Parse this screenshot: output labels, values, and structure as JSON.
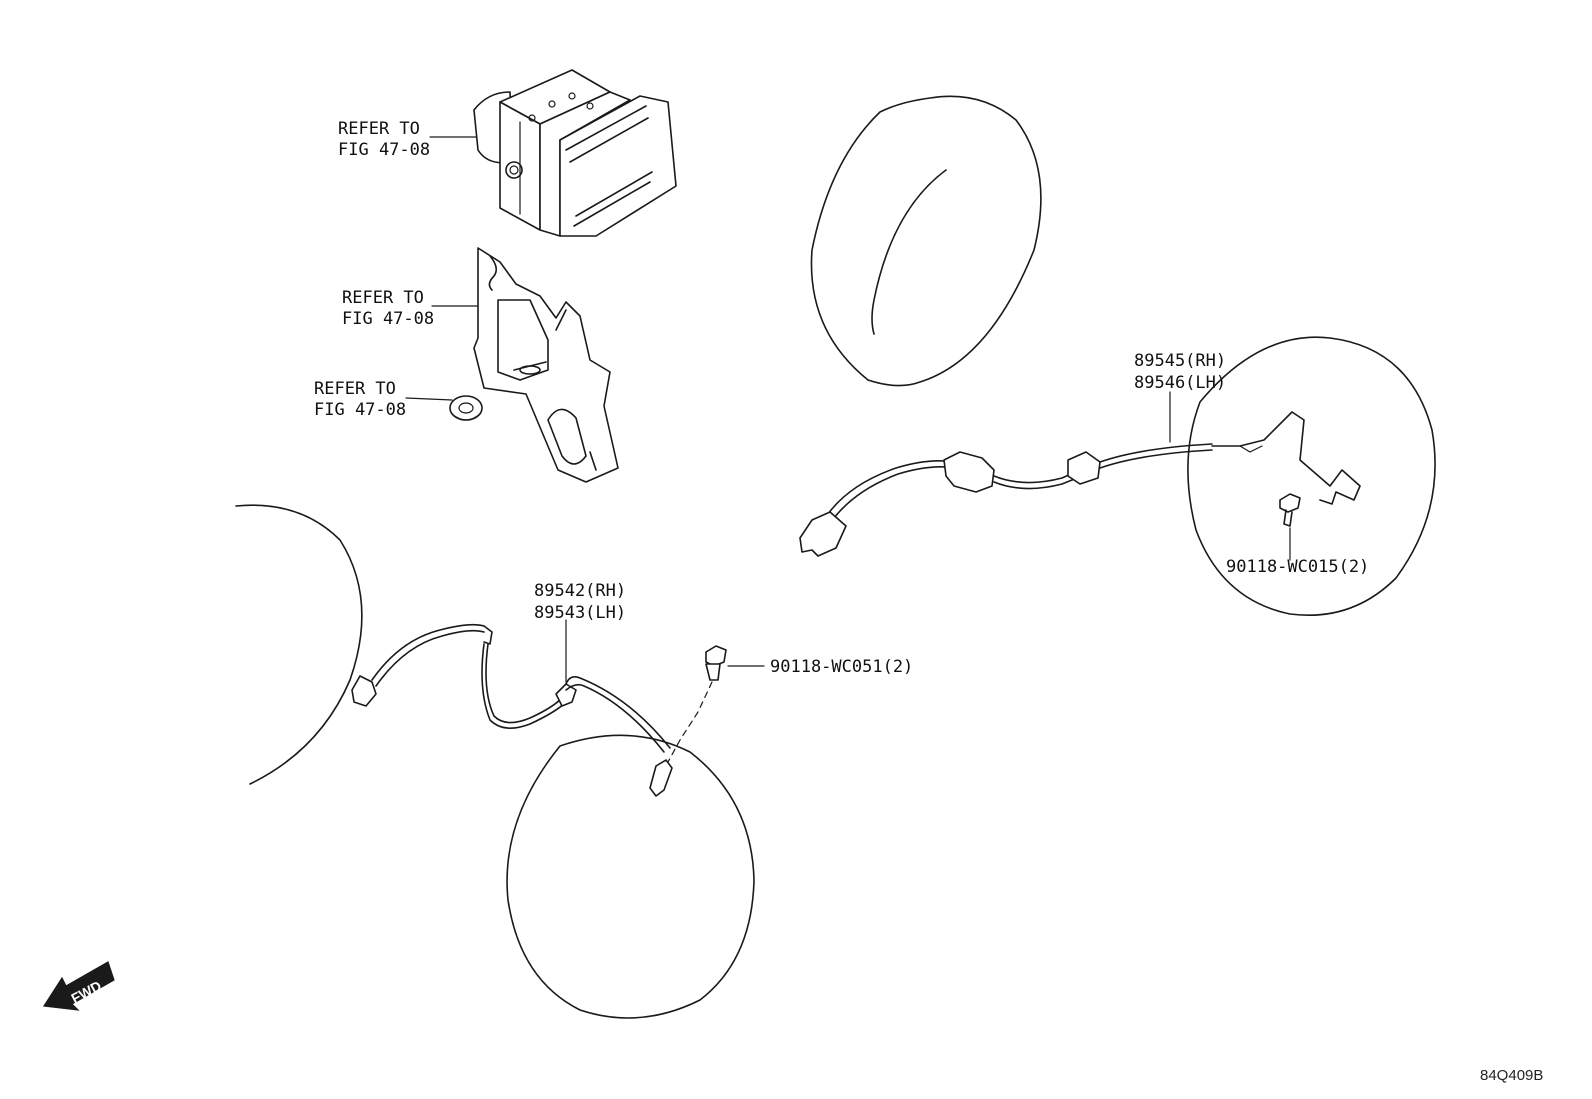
{
  "diagram_id": "84Q409B",
  "fwd_label": "FWD",
  "references": [
    {
      "line1": "REFER TO",
      "line2": "FIG 47-08"
    },
    {
      "line1": "REFER TO",
      "line2": "FIG 47-08"
    },
    {
      "line1": "REFER TO",
      "line2": "FIG 47-08"
    }
  ],
  "parts": {
    "front_sensor": {
      "rh": "89542(RH)",
      "lh": "89543(LH)"
    },
    "rear_sensor": {
      "rh": "89545(RH)",
      "lh": "89546(LH)"
    },
    "front_bolt": "90118-WC051(2)",
    "rear_bolt": "90118-WC015(2)"
  }
}
